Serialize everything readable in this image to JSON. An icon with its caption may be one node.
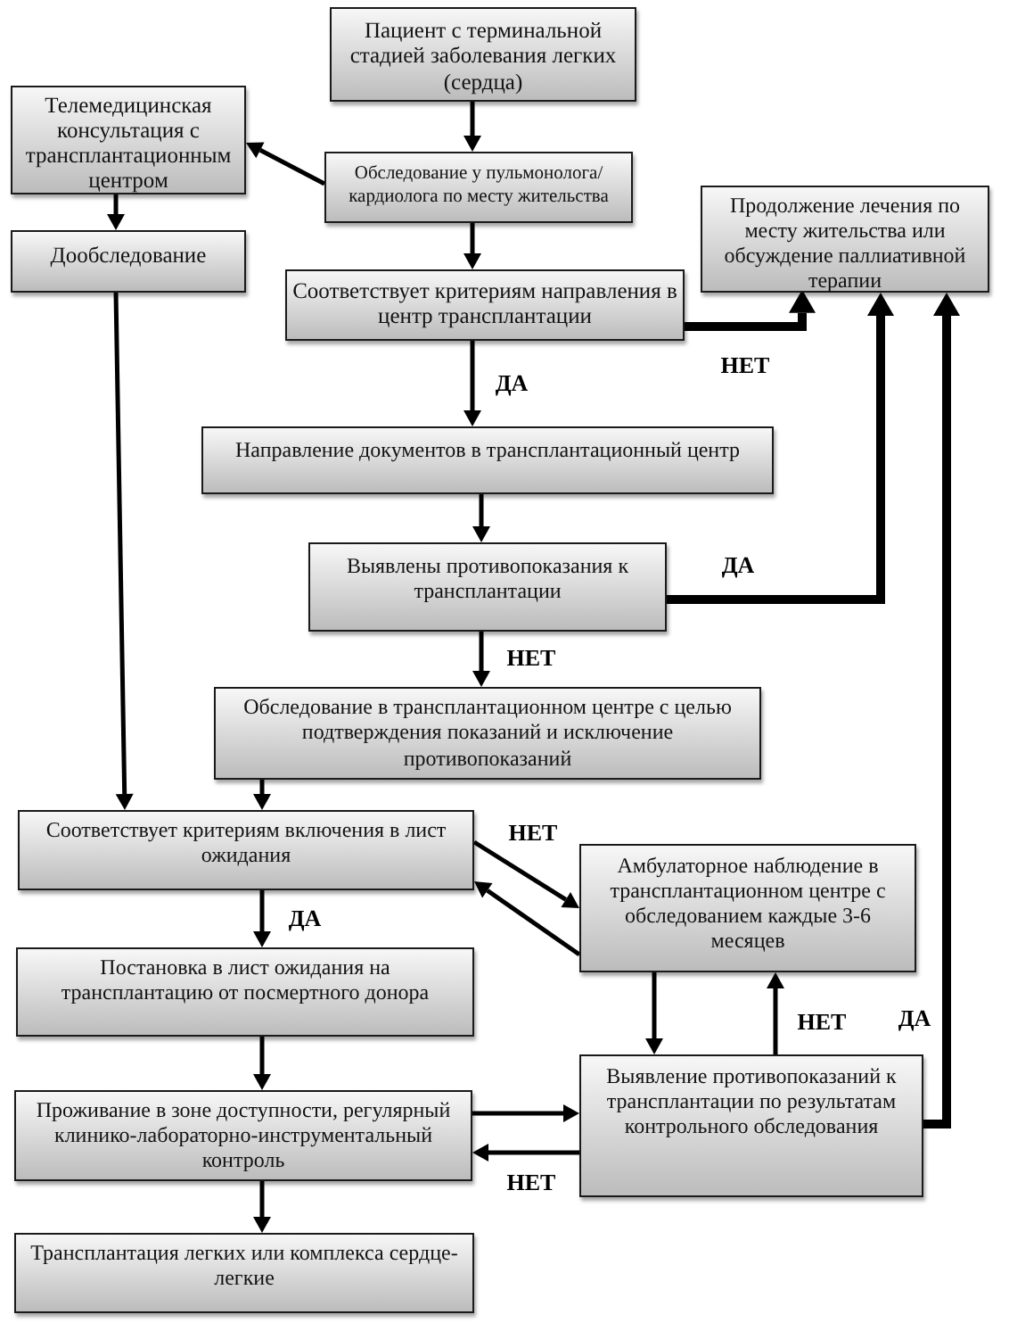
{
  "diagram": {
    "nodes": [
      {
        "text": [
          "Пациент с терминальной стадией заболевания легких (сердца)"
        ]
      },
      {
        "text": [
          "Телемедицинская консультация с трансплантационным центром"
        ]
      },
      {
        "text": [
          "Обследование у пульмонолога/кардиолога по месту жительства"
        ]
      },
      {
        "text": [
          "Дообследование"
        ]
      },
      {
        "text": [
          "Продолжение лечения по месту жительства или обсуждение паллиативной терапии"
        ]
      },
      {
        "text": [
          "Соответствует критериям направления в центр трансплантации"
        ]
      },
      {
        "text": [
          "Направление документов в трансплантационный центр"
        ]
      },
      {
        "text": [
          "Выявлены противопоказания к трансплантации"
        ]
      },
      {
        "text": [
          "Обследование в трансплантационном центре с целью подтверждения показаний и исключение противопоказаний"
        ]
      },
      {
        "text": [
          "Соответствует критериям включения в лист ожидания"
        ]
      },
      {
        "text": [
          "Амбулаторное наблюдение в трансплантационном центре с обследованием каждые 3-6 месяцев"
        ]
      },
      {
        "text": [
          "Постановка в лист ожидания на трансплантацию от посмертного донора"
        ]
      },
      {
        "text": [
          "Проживание в зоне доступности, регулярный клинико-лабораторно-инструментальный контроль"
        ]
      },
      {
        "text": [
          "Выявление противопоказаний к трансплантации по результатам контрольного обследования"
        ]
      },
      {
        "text": [
          "Трансплантация легких или комплекса сердце-легкие"
        ]
      }
    ],
    "edges": [
      {
        "from": 0,
        "to": 2,
        "arrow": "to"
      },
      {
        "from": 2,
        "to": 1,
        "arrow": "to"
      },
      {
        "from": 1,
        "to": 3,
        "arrow": "to"
      },
      {
        "from": 2,
        "to": 5,
        "arrow": "to"
      },
      {
        "from": 5,
        "to": 4,
        "arrow": "to",
        "label": "НЕТ",
        "style": "thick"
      },
      {
        "from": 5,
        "to": 6,
        "arrow": "to",
        "label": "ДА"
      },
      {
        "from": 6,
        "to": 7,
        "arrow": "to"
      },
      {
        "from": 7,
        "to": 4,
        "arrow": "to",
        "label": "ДА",
        "style": "thick"
      },
      {
        "from": 7,
        "to": 8,
        "arrow": "to",
        "label": "НЕТ"
      },
      {
        "from": 3,
        "to": 9,
        "arrow": "to"
      },
      {
        "from": 8,
        "to": 9,
        "arrow": "to"
      },
      {
        "from": 9,
        "to": 10,
        "arrow": "to",
        "label": "НЕТ"
      },
      {
        "from": 10,
        "to": 9,
        "arrow": "to"
      },
      {
        "from": 9,
        "to": 11,
        "arrow": "to",
        "label": "ДА"
      },
      {
        "from": 11,
        "to": 12,
        "arrow": "to"
      },
      {
        "from": 12,
        "to": 13,
        "arrow": "to"
      },
      {
        "from": 13,
        "to": 12,
        "arrow": "to",
        "label": "НЕТ"
      },
      {
        "from": 10,
        "to": 13,
        "arrow": "to"
      },
      {
        "from": 13,
        "to": 10,
        "arrow": "to",
        "label": "НЕТ"
      },
      {
        "from": 13,
        "to": 4,
        "arrow": "to",
        "label": "ДА",
        "style": "thick"
      },
      {
        "from": 12,
        "to": 14,
        "arrow": "to"
      }
    ]
  }
}
